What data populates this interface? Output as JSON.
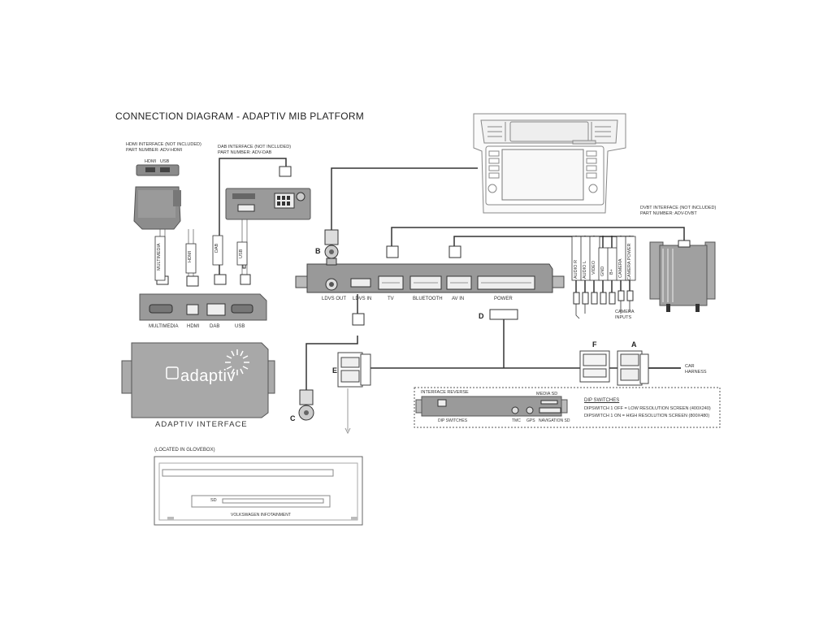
{
  "title": "CONNECTION DIAGRAM - ADAPTIV MIB PLATFORM",
  "hdmi_interface": {
    "line1": "HDMI INTERFACE (NOT INCLUDED)",
    "line2": "PART NUMBER: ADV-HDMI",
    "port_hdmi": "HDMI",
    "port_usb": "USB"
  },
  "dab_interface": {
    "line1": "DAB INTERFACE (NOT INCLUDED)",
    "line2": "PART NUMBER: ADV-DAB"
  },
  "dvbt_interface": {
    "line1": "DVBT INTERFACE (NOT INCLUDED)",
    "line2": "PART NUMBER: ADV-DVBT"
  },
  "cable_labels": {
    "multimedia": "MULTIMEDIA",
    "hdmi": "HDMI",
    "dab": "DAB",
    "usb": "USB"
  },
  "adaptiv_box_ports": [
    "MULTIMEDIA",
    "HDMI",
    "DAB",
    "USB"
  ],
  "adaptiv_logo": "adaptiv",
  "adaptiv_interface_label": "ADAPTIV INTERFACE",
  "module_ports": [
    "LDVS OUT",
    "LDVS IN",
    "TV",
    "BLUETOOTH",
    "AV IN",
    "POWER"
  ],
  "av_leads": [
    "AUDIO R",
    "AUDIO L",
    "VIDEO",
    "GND",
    "B+",
    "CAMERA",
    "CAMERA POWER"
  ],
  "camera_inputs": "CAMERA\nINPUTS",
  "car_harness": "CAR\nHARNESS",
  "letters": {
    "a": "A",
    "b": "B",
    "c": "C",
    "d": "D",
    "e": "E",
    "f": "F"
  },
  "interface_reverse": {
    "title": "INTERFACE REVERSE",
    "media_sd": "MEDIA SD",
    "dip_switches_label": "DIP SWITCHES",
    "tmc": "TMC",
    "gps": "GPS",
    "navigation_sd": "NAVIGATION SD"
  },
  "dip_info": {
    "heading": "DIP SWITCHES",
    "line1": "DIPSWITCH 1 OFF  = LOW RESOLUTION SCREEN (400X240)",
    "line2": "DIPSWITCH 1 ON   = HIGH RESOLUTION SCREEN (800X480)"
  },
  "glovebox": {
    "label": "(LOCATED IN GLOVEBOX)",
    "sd": "SD",
    "unit": "VOLKSWAGEN INFOTAINMENT"
  }
}
